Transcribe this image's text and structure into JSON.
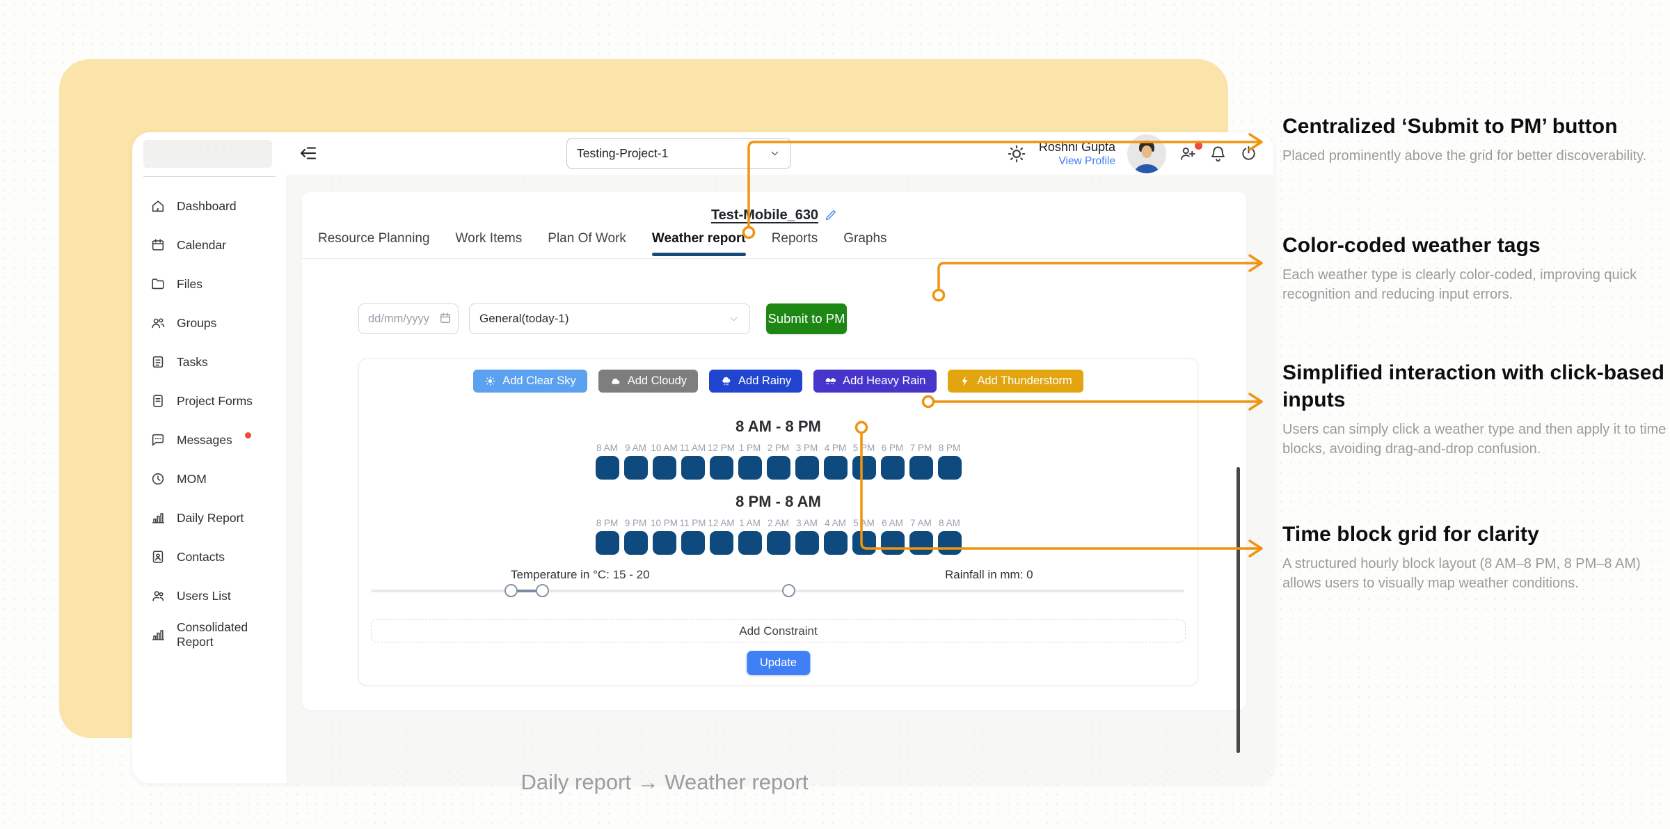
{
  "colors": {
    "accent_orange": "#F0940D",
    "frame_yellow": "#FAE4AA",
    "block_navy": "#0E4A7D",
    "tab_underline": "#17497B",
    "submit_green": "#1D8714",
    "primary_blue": "#3E80F5",
    "badge_red": "#EE4B3E"
  },
  "sidebar": {
    "items": [
      {
        "label": "Dashboard",
        "icon": "home"
      },
      {
        "label": "Calendar",
        "icon": "calendar"
      },
      {
        "label": "Files",
        "icon": "folder"
      },
      {
        "label": "Groups",
        "icon": "users"
      },
      {
        "label": "Tasks",
        "icon": "tasks"
      },
      {
        "label": "Project Forms",
        "icon": "form"
      },
      {
        "label": "Messages",
        "icon": "message",
        "badge": true
      },
      {
        "label": "MOM",
        "icon": "clock"
      },
      {
        "label": "Daily Report",
        "icon": "chart"
      },
      {
        "label": "Contacts",
        "icon": "contacts"
      },
      {
        "label": "Users List",
        "icon": "users-list"
      },
      {
        "label": "Consolidated Report",
        "icon": "chart"
      }
    ]
  },
  "header": {
    "project_select": "Testing-Project-1",
    "user_name": "Roshni Gupta",
    "view_profile": "View Profile"
  },
  "main": {
    "title": "Test-Mobile_630",
    "tabs": [
      {
        "label": "Resource Planning",
        "active": false
      },
      {
        "label": "Work Items",
        "active": false
      },
      {
        "label": "Plan Of Work",
        "active": false
      },
      {
        "label": "Weather report",
        "active": true
      },
      {
        "label": "Reports",
        "active": false
      },
      {
        "label": "Graphs",
        "active": false
      }
    ],
    "controls": {
      "date_placeholder": "dd/mm/yyyy",
      "report_type": "General(today-1)",
      "submit_label": "Submit to PM"
    },
    "weather_tags": [
      {
        "label": "Add Clear Sky",
        "icon": "sun",
        "color": "#5CA1F0"
      },
      {
        "label": "Add Cloudy",
        "icon": "cloud",
        "color": "#7E7E7E"
      },
      {
        "label": "Add Rainy",
        "icon": "rain",
        "color": "#2145CE"
      },
      {
        "label": "Add Heavy Rain",
        "icon": "heavy-rain",
        "color": "#4734CB"
      },
      {
        "label": "Add Thunderstorm",
        "icon": "bolt",
        "color": "#E2A50F"
      }
    ],
    "grids": [
      {
        "title": "8 AM - 8 PM",
        "hours": [
          "8 AM",
          "9 AM",
          "10 AM",
          "11 AM",
          "12 PM",
          "1 PM",
          "2 PM",
          "3 PM",
          "4 PM",
          "5 PM",
          "6 PM",
          "7 PM",
          "8 PM"
        ]
      },
      {
        "title": "8 PM - 8 AM",
        "hours": [
          "8 PM",
          "9 PM",
          "10 PM",
          "11 PM",
          "12 AM",
          "1 AM",
          "2 AM",
          "3 AM",
          "4 AM",
          "5 AM",
          "6 AM",
          "7 AM",
          "8 AM"
        ]
      }
    ],
    "sliders": {
      "temperature_label": "Temperature in °C: 15 - 20",
      "rainfall_label": "Rainfall in mm: 0"
    },
    "add_constraint_label": "Add Constraint",
    "update_label": "Update"
  },
  "annotations": [
    {
      "title": "Centralized ‘Submit to PM’ button",
      "body": "Placed prominently above the grid for better discoverability."
    },
    {
      "title": "Color-coded weather tags",
      "body": "Each weather type is clearly color-coded, improving quick recognition and reducing input errors."
    },
    {
      "title": "Simplified interaction with click-based inputs",
      "body": "Users can simply click a weather type and then apply it to time blocks, avoiding drag-and-drop confusion."
    },
    {
      "title": "Time block grid for clarity",
      "body": "A structured hourly block layout (8 AM–8 PM, 8 PM–8 AM) allows users to visually map weather conditions."
    }
  ],
  "caption": "Daily report → Weather report"
}
